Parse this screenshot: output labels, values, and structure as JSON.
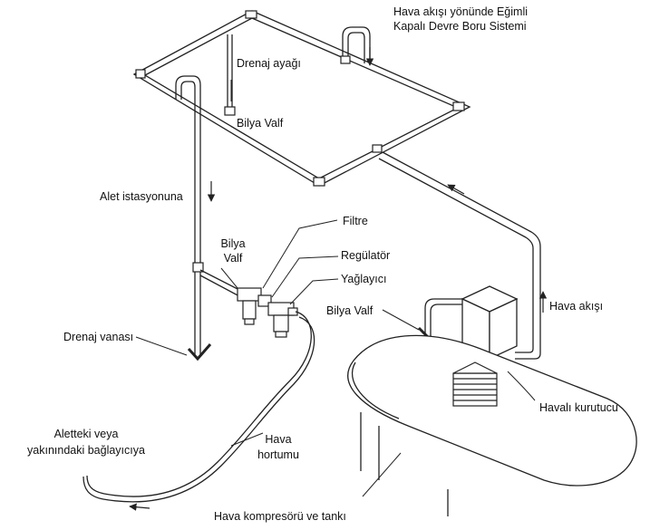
{
  "title_lines": [
    "Hava akışı yönünde Eğimli",
    "Kapalı Devre Boru Sistemi"
  ],
  "labels": {
    "drain_leg": "Drenaj ayağı",
    "ball_valve_top": "Bilya Valf",
    "to_tool_station": "Alet istasyonuna",
    "filter": "Filtre",
    "ball_valve_left_lines": [
      "Bilya",
      "Valf"
    ],
    "regulator": "Regülatör",
    "lubricator": "Yağlayıcı",
    "ball_valve_right": "Bilya Valf",
    "air_flow": "Hava akışı",
    "drain_valve": "Drenaj vanası",
    "air_dryer": "Havalı kurutucu",
    "to_tool_lines": [
      "Aletteki veya",
      "yakınındaki bağlayıcıya"
    ],
    "air_hose_lines": [
      "Hava",
      "hortumu"
    ],
    "compressor_tank": "Hava kompresörü ve tankı"
  },
  "colors": {
    "line": "#222222",
    "pipe_fill": "#ffffff",
    "text": "#111111"
  }
}
